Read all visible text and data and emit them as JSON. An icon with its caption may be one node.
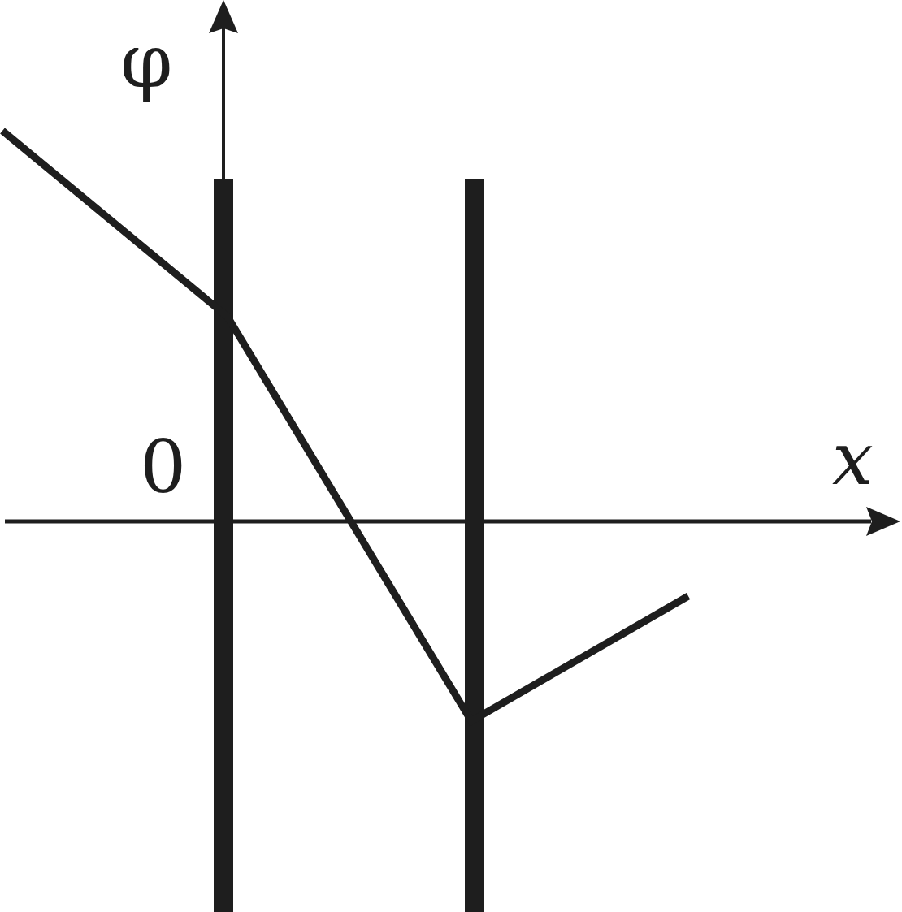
{
  "diagram": {
    "labels": [
      "φ",
      "0",
      "x"
    ]
  }
}
